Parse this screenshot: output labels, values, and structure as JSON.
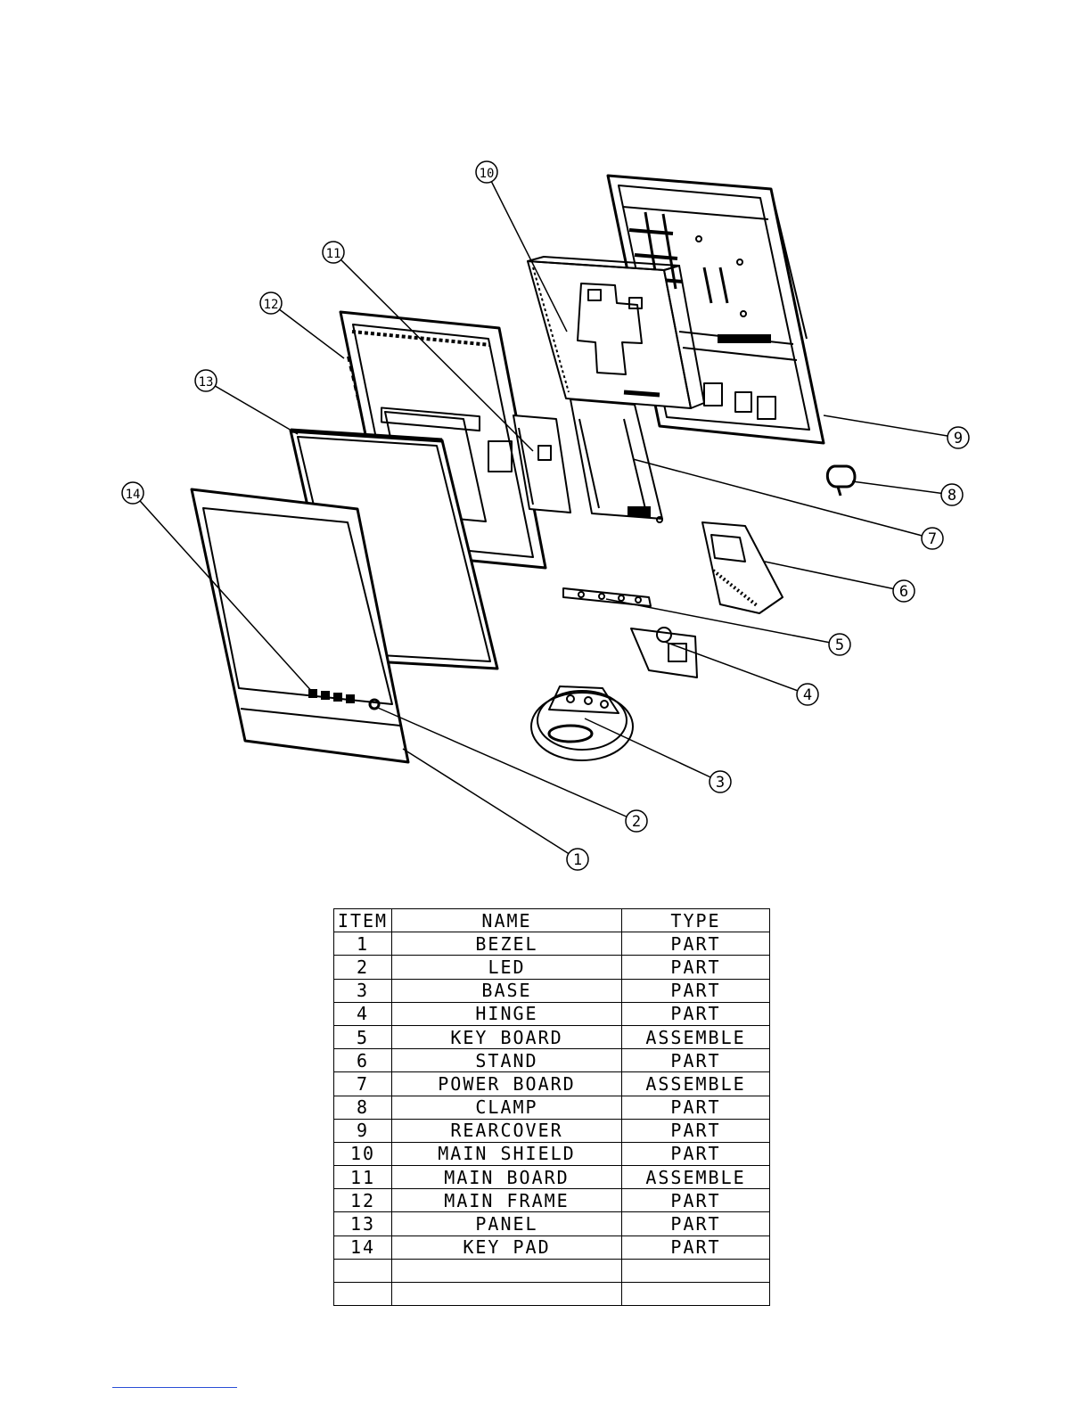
{
  "callouts": [
    "1",
    "2",
    "3",
    "4",
    "5",
    "6",
    "7",
    "8",
    "9",
    "10",
    "11",
    "12",
    "13",
    "14"
  ],
  "table": {
    "headers": [
      "ITEM",
      "NAME",
      "TYPE"
    ],
    "rows": [
      [
        "1",
        "BEZEL",
        "PART"
      ],
      [
        "2",
        "LED",
        "PART"
      ],
      [
        "3",
        "BASE",
        "PART"
      ],
      [
        "4",
        "HINGE",
        "PART"
      ],
      [
        "5",
        "KEY BOARD",
        "ASSEMBLE"
      ],
      [
        "6",
        "STAND",
        "PART"
      ],
      [
        "7",
        "POWER BOARD",
        "ASSEMBLE"
      ],
      [
        "8",
        "CLAMP",
        "PART"
      ],
      [
        "9",
        "REARCOVER",
        "PART"
      ],
      [
        "10",
        "MAIN SHIELD",
        "PART"
      ],
      [
        "11",
        "MAIN BOARD",
        "ASSEMBLE"
      ],
      [
        "12",
        "MAIN FRAME",
        "PART"
      ],
      [
        "13",
        "PANEL",
        "PART"
      ],
      [
        "14",
        "KEY PAD",
        "PART"
      ],
      [
        "",
        "",
        ""
      ],
      [
        "",
        "",
        ""
      ]
    ]
  }
}
